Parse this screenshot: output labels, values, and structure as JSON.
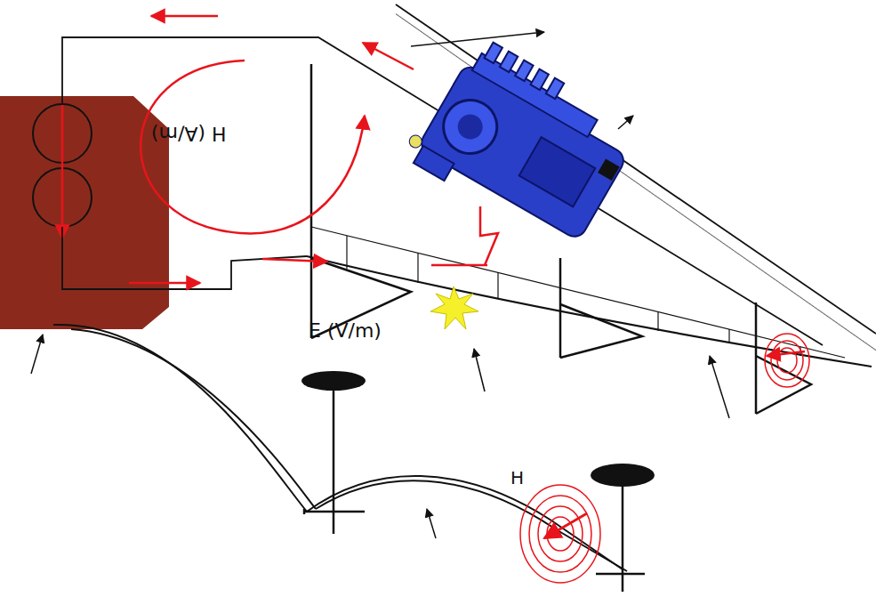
{
  "diagram": {
    "labels": [
      "H (A/m)",
      "E (V/m)",
      "H"
    ]
  }
}
